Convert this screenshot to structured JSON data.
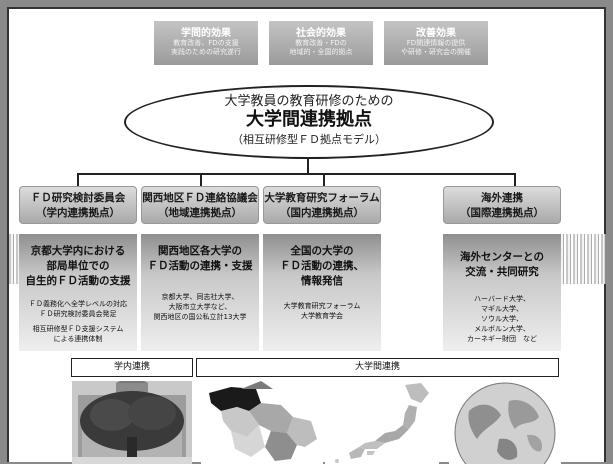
{
  "effects": [
    {
      "title": "学問的効果",
      "lines": [
        "教育改善、FDの支援",
        "実践のための研究遂行"
      ]
    },
    {
      "title": "社会的効果",
      "lines": [
        "教育改善・FDの",
        "地域的・全国的拠点"
      ]
    },
    {
      "title": "改善効果",
      "lines": [
        "FD関連情報の提供",
        "や研修・研究会の開催"
      ]
    }
  ],
  "center": {
    "line1": "大学教員の教育研修のための",
    "line2": "大学間連携拠点",
    "line3": "（相互研修型ＦＤ拠点モデル）"
  },
  "hubs": [
    {
      "title1": "ＦＤ研究検討委員会",
      "title2": "（学内連携拠点）",
      "head": [
        "京都大学内における",
        "部局単位での",
        "自生的ＦＤ活動の支援"
      ],
      "body": [
        "ＦＤ義務化へ全学レベルの対応",
        "ＦＤ研究検討委員会発足",
        "",
        "相互研修型ＦＤ支援システム",
        "による連携体制"
      ]
    },
    {
      "title1": "関西地区ＦＤ連絡協議会",
      "title2": "（地域連携拠点）",
      "head": [
        "関西地区各大学の",
        "ＦＤ活動の連携・支援"
      ],
      "body": [
        "京都大学、同志社大学、",
        "大阪市立大学など、",
        "関西地区の国公私立計13大学"
      ]
    },
    {
      "title1": "大学教育研究フォーラム",
      "title2": "（国内連携拠点）",
      "head": [
        "全国の大学の",
        "ＦＤ活動の連携、",
        "情報発信"
      ],
      "body": [
        "大学教育研究フォーラム",
        "大学教育学会"
      ]
    },
    {
      "title1": "海外連携",
      "title2": "（国際連携拠点）",
      "head": [
        "海外センターとの",
        "交流・共同研究"
      ],
      "body": [
        "ハーバード大学、",
        "マギル大学、",
        "ソウル大学、",
        "メルボルン大学、",
        "カーネギー財団　など"
      ]
    }
  ],
  "bars": {
    "intra": "学内連携",
    "inter": "大学間連携"
  },
  "colors": {
    "background": "#8a8a8a",
    "panel": "#ffffff",
    "box_gradient_dark": "#9a9a9a",
    "box_gradient_light": "#dcdcdc"
  }
}
